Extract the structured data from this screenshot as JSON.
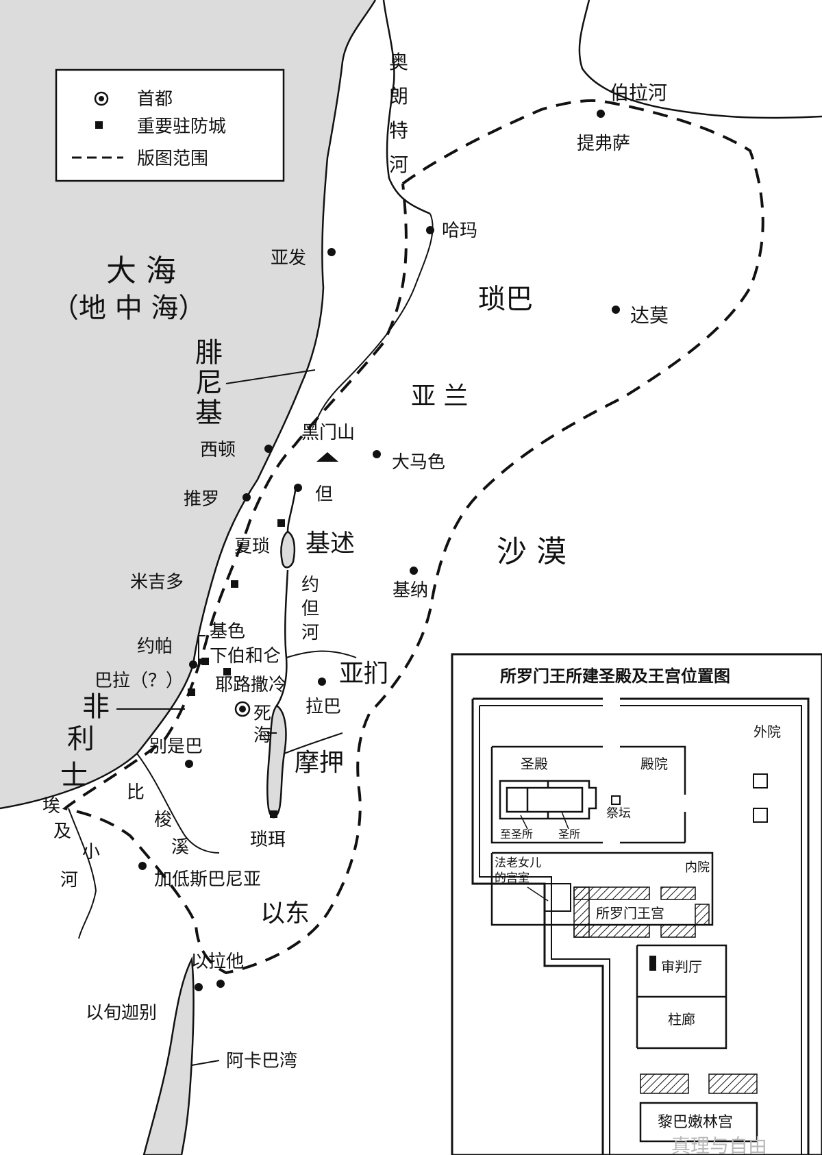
{
  "legend": {
    "capital": "首都",
    "garrison": "重要驻防城",
    "boundary": "版图范围"
  },
  "seas": {
    "great_sea": "大 海",
    "mediterranean": "（地 中 海）",
    "dead_sea_1": "死",
    "dead_sea_2": "海",
    "aqaba": "阿卡巴湾"
  },
  "rivers": {
    "orontes": [
      "奥",
      "朗",
      "特",
      "河"
    ],
    "euphrates": "伯拉河",
    "jordan": [
      "约",
      "但",
      "河"
    ],
    "brook_egypt": [
      "埃",
      "及",
      "小",
      "河"
    ],
    "beersheba_brook": [
      "比",
      "梭",
      "溪"
    ]
  },
  "regions": {
    "phoenicia": [
      "腓",
      "尼",
      "基"
    ],
    "philistia": [
      "非",
      "利",
      "士"
    ],
    "zobah": "琐巴",
    "aram": "亚 兰",
    "desert": "沙 漠",
    "geshur": "基述",
    "ammon": "亚扪",
    "moab": "摩押",
    "edom": "以东"
  },
  "mountains": {
    "hermon": "黑门山"
  },
  "cities": {
    "tiphsah": "提弗萨",
    "hamath": "哈玛",
    "arvad": "亚发",
    "tadmor": "达莫",
    "sidon": "西顿",
    "damascus": "大马色",
    "tyre": "推罗",
    "dan": "但",
    "hazor": "夏琐",
    "megiddo": "米吉多",
    "kenath": "基纳",
    "gezer": "基色",
    "beth_horon": "下伯和仑",
    "joppa": "约帕",
    "baalath": "巴拉（？）",
    "jerusalem": "耶路撒冷",
    "rabbah": "拉巴",
    "beersheba": "别是巴",
    "tamar": "琐珥",
    "kadesh_barnea": "加低斯巴尼亚",
    "elath": "以拉他",
    "ezion_geber": "以旬迦别"
  },
  "inset": {
    "title": "所罗门王所建圣殿及王宫位置图",
    "outer_court": "外院",
    "temple": "圣殿",
    "temple_court": "殿院",
    "altar": "祭坛",
    "holy_of_holies": "至圣所",
    "holy_place": "圣所",
    "pharaoh_daughter_1": "法老女儿",
    "pharaoh_daughter_2": "的宫室",
    "inner_court": "内院",
    "palace": "所罗门王宫",
    "judgment_hall": "审判厅",
    "pillars_hall": "柱廊",
    "lebanon_house": "黎巴嫩林宫"
  },
  "watermark": "真理与自由"
}
